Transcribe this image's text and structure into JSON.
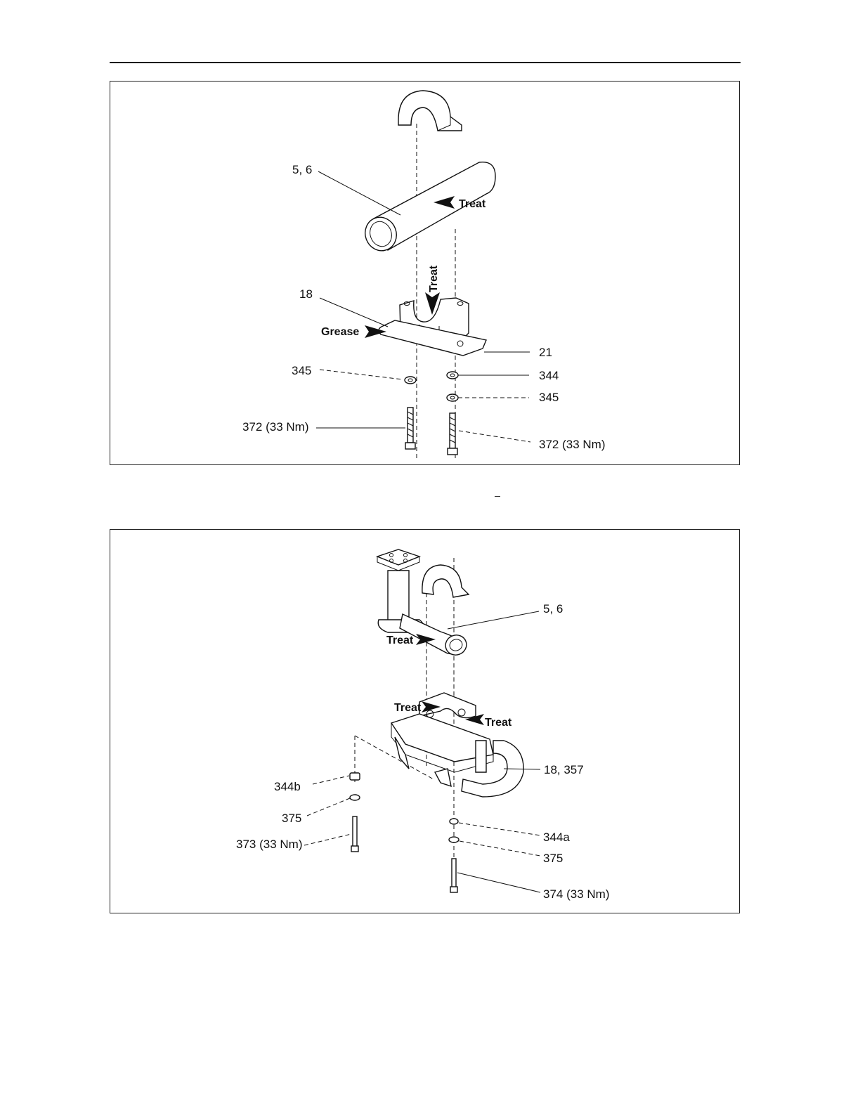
{
  "figure1": {
    "labels": {
      "tube": "5, 6",
      "block": "18",
      "plate": "21",
      "washer_left": "345",
      "washer_right_top": "344",
      "washer_right_bottom": "345",
      "bolt_left": "372 (33 Nm)",
      "bolt_right": "372 (33 Nm)"
    },
    "callouts": {
      "treat_tube": "Treat",
      "treat_block": "Treat",
      "grease": "Grease"
    }
  },
  "figure2": {
    "labels": {
      "tube": "5, 6",
      "housing": "18, 357",
      "nut_left": "344b",
      "washer_left": "375",
      "bolt_left": "373 (33 Nm)",
      "nut_right": "344a",
      "washer_right": "375",
      "bolt_right": "374 (33 Nm)"
    },
    "callouts": {
      "treat_tube": "Treat",
      "treat_left": "Treat",
      "treat_right": "Treat"
    }
  }
}
